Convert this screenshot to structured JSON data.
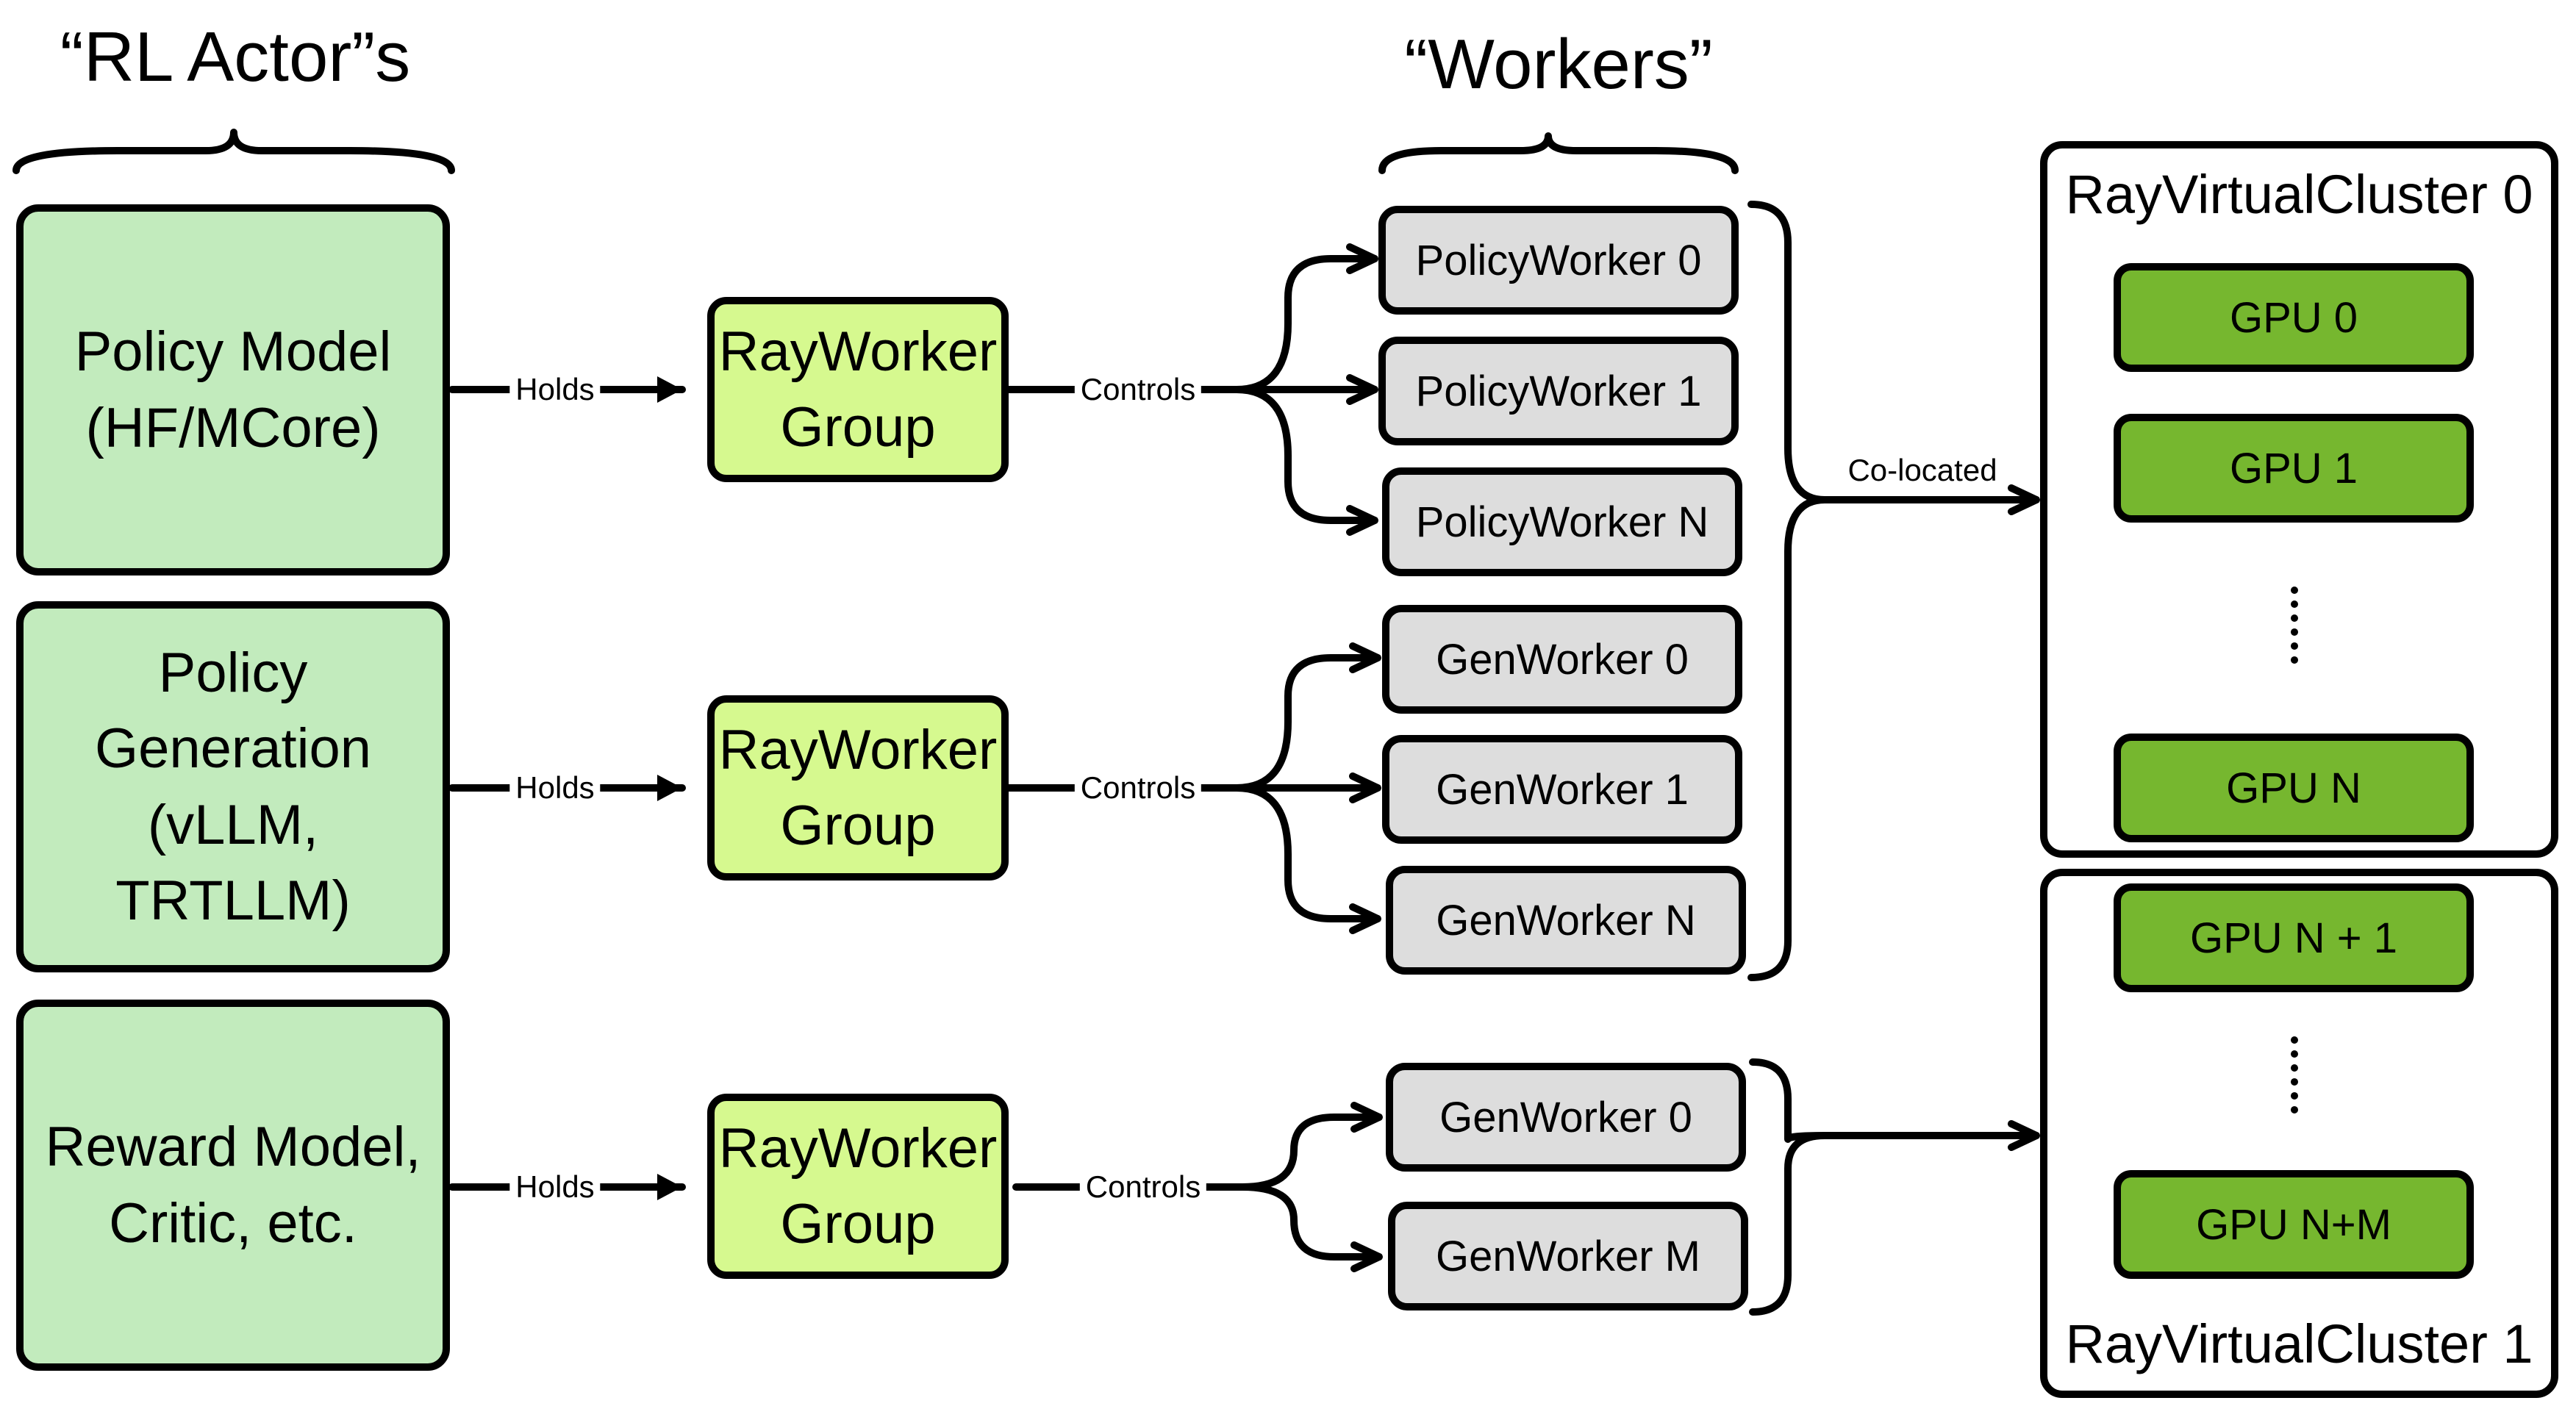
{
  "headings": {
    "actors": "“RL Actor”s",
    "workers": "“Workers”"
  },
  "actors": [
    {
      "lines": [
        "Policy Model",
        "(HF/MCore)"
      ]
    },
    {
      "lines": [
        "Policy",
        "Generation",
        "(vLLM, TRTLLM)"
      ]
    },
    {
      "lines": [
        "Reward Model,",
        "Critic, etc."
      ]
    }
  ],
  "ray_worker_group": {
    "lines": [
      "RayWorker",
      "Group"
    ]
  },
  "edge_labels": {
    "holds": "Holds",
    "controls": "Controls",
    "colocated": "Co-located"
  },
  "workers": {
    "policy": [
      "PolicyWorker 0",
      "PolicyWorker 1",
      "PolicyWorker N"
    ],
    "generation": [
      "GenWorker 0",
      "GenWorker 1",
      "GenWorker N"
    ],
    "reward": [
      "GenWorker 0",
      "GenWorker M"
    ]
  },
  "clusters": [
    {
      "title": "RayVirtualCluster 0",
      "gpus": [
        "GPU 0",
        "GPU 1",
        "GPU N"
      ]
    },
    {
      "title": "RayVirtualCluster 1",
      "gpus": [
        "GPU N + 1",
        "GPU N+M"
      ]
    }
  ],
  "colors": {
    "actor_fill": "#c2ebbd",
    "ray_worker_group_fill": "#d6f98f",
    "worker_fill": "#dddddd",
    "gpu_fill": "#76b72f",
    "stroke": "#000000"
  }
}
